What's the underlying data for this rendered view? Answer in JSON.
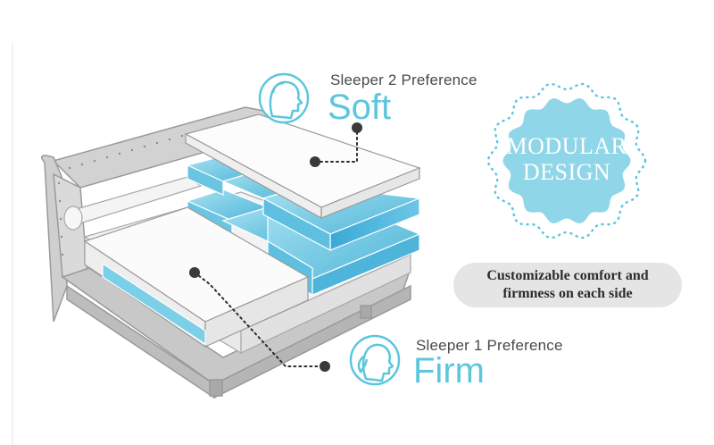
{
  "sleeper2": {
    "title": "Sleeper 2 Preference",
    "value": "Soft",
    "icon": "male-head-icon"
  },
  "sleeper1": {
    "title": "Sleeper 1 Preference",
    "value": "Firm",
    "icon": "female-head-icon"
  },
  "badge": {
    "line1": "MODULAR",
    "line2": "DESIGN"
  },
  "feature": {
    "line1": "Customizable comfort and",
    "line2": "firmness on each side"
  },
  "colors": {
    "accent": "#5cc6dd",
    "badge_fill": "#8fd6e8",
    "foam": "#7ccfe8",
    "pill": "#e5e5e5"
  }
}
